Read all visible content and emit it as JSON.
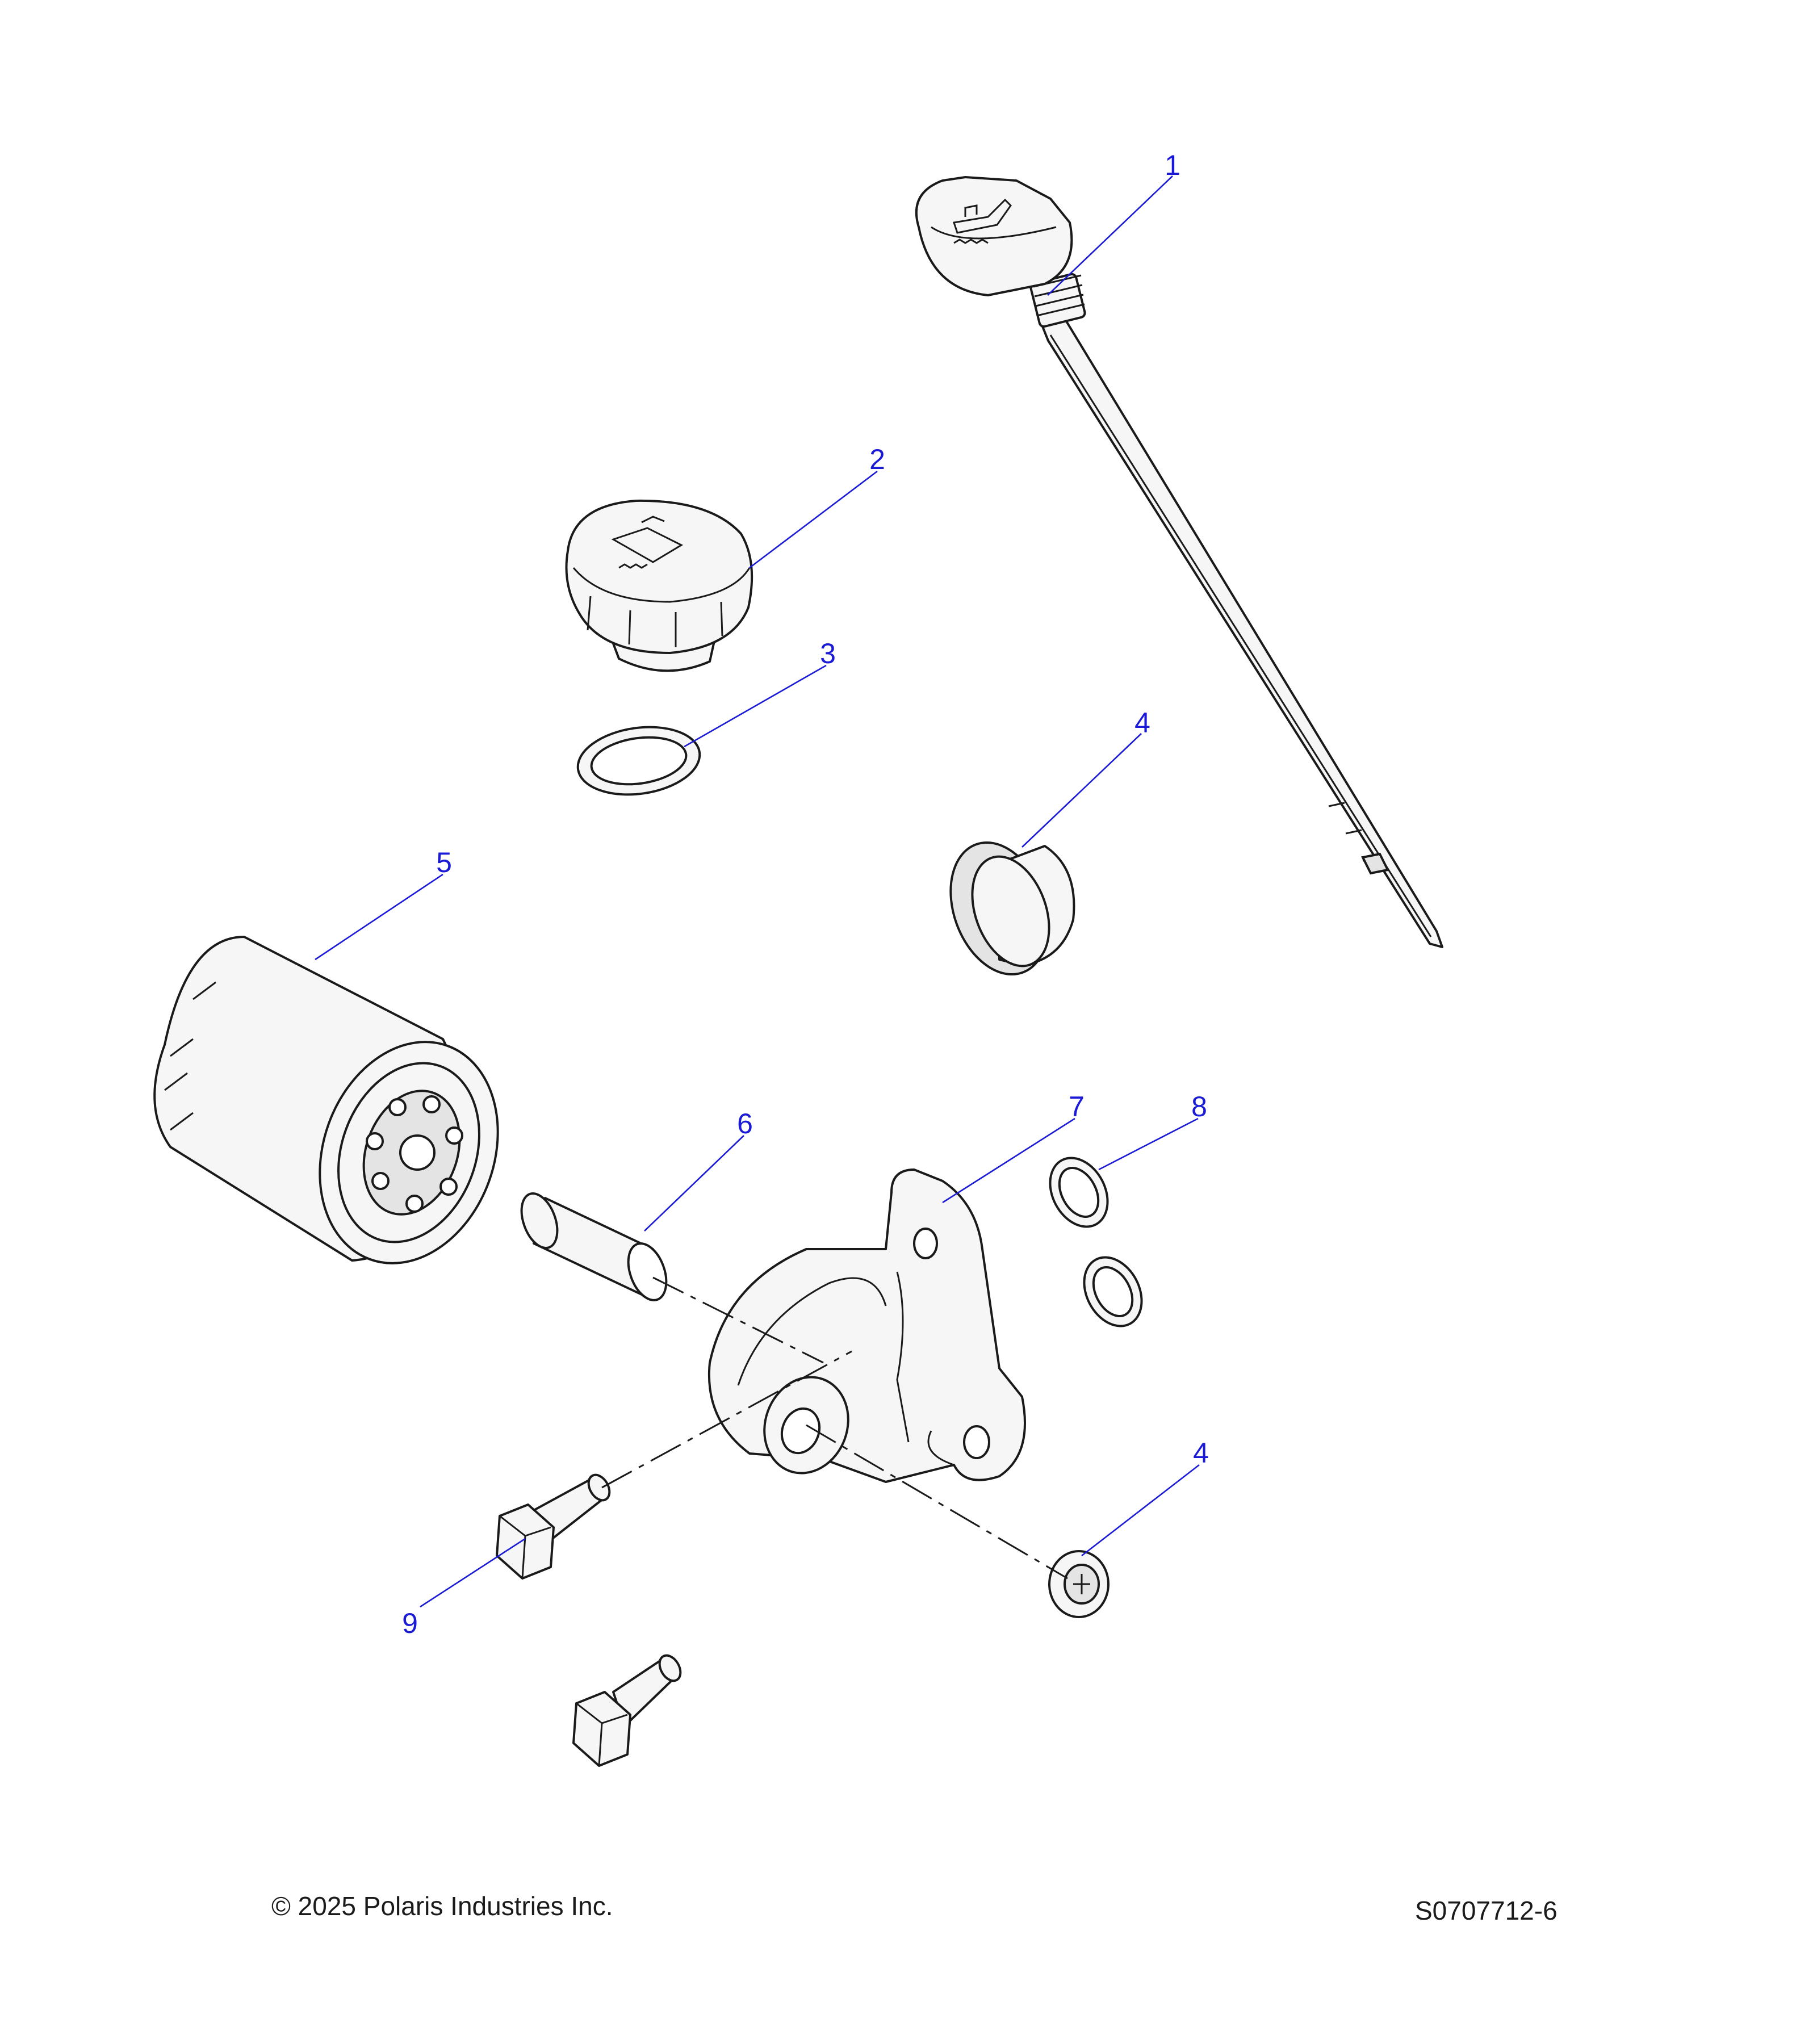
{
  "colors": {
    "callout": "#1a1ad6",
    "line": "#1a1a1a",
    "part_fill": "#f6f6f6"
  },
  "callouts": [
    {
      "id": "dipstick",
      "label": "1"
    },
    {
      "id": "oil-fill-cap",
      "label": "2"
    },
    {
      "id": "o-ring",
      "label": "3"
    },
    {
      "id": "plug-upper",
      "label": "4"
    },
    {
      "id": "oil-filter",
      "label": "5"
    },
    {
      "id": "sleeve",
      "label": "6"
    },
    {
      "id": "filter-adapter",
      "label": "7"
    },
    {
      "id": "sealing-washer",
      "label": "8"
    },
    {
      "id": "plug-lower",
      "label": "4"
    },
    {
      "id": "flange-bolt",
      "label": "9"
    }
  ],
  "footer": {
    "copyright": "© 2025 Polaris Industries Inc.",
    "figure_id": "S0707712-6"
  }
}
